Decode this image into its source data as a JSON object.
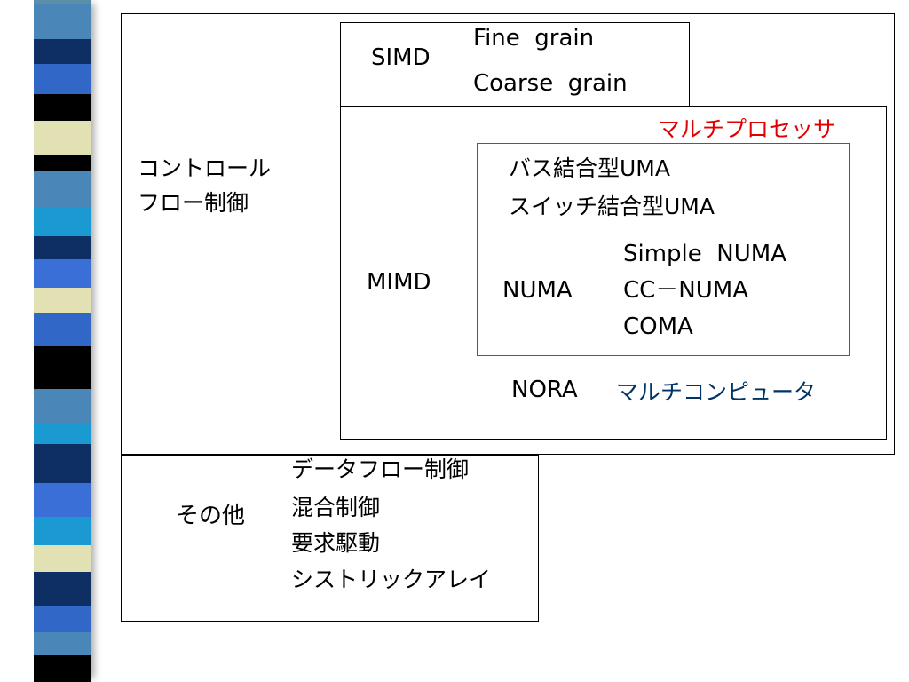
{
  "stripes": [
    {
      "color": "#5b8fa8",
      "h": 4
    },
    {
      "color": "#4a86b8",
      "h": 40
    },
    {
      "color": "#0e2f63",
      "h": 28
    },
    {
      "color": "#3168c8",
      "h": 34
    },
    {
      "color": "#000000",
      "h": 30
    },
    {
      "color": "#e1e1b4",
      "h": 38
    },
    {
      "color": "#000000",
      "h": 18
    },
    {
      "color": "#4a86b8",
      "h": 42
    },
    {
      "color": "#1a9ad0",
      "h": 32
    },
    {
      "color": "#0e2f63",
      "h": 26
    },
    {
      "color": "#3a6fd8",
      "h": 32
    },
    {
      "color": "#e1e1b4",
      "h": 28
    },
    {
      "color": "#3168c8",
      "h": 38
    },
    {
      "color": "#000000",
      "h": 48
    },
    {
      "color": "#4a86b8",
      "h": 40
    },
    {
      "color": "#1a9ad0",
      "h": 22
    },
    {
      "color": "#0e2f63",
      "h": 44
    },
    {
      "color": "#3a6fd8",
      "h": 38
    },
    {
      "color": "#1a9ad0",
      "h": 32
    },
    {
      "color": "#e1e1b4",
      "h": 30
    },
    {
      "color": "#0e2f63",
      "h": 38
    },
    {
      "color": "#3168c8",
      "h": 30
    },
    {
      "color": "#4a86b8",
      "h": 26
    },
    {
      "color": "#000000",
      "h": 30
    }
  ],
  "diagram": {
    "control_flow": {
      "label_line1": "コントロール",
      "label_line2": "フロー制御"
    },
    "simd": {
      "label": "SIMD",
      "items": [
        "Fine  grain",
        "Coarse  grain"
      ]
    },
    "mimd": {
      "label": "MIMD",
      "multiprocessor_label": "マルチプロセッサ",
      "uma_items": [
        "バス結合型UMA",
        "スイッチ結合型UMA"
      ],
      "numa": {
        "label": "NUMA",
        "items": [
          "Simple  NUMA",
          "CC－NUMA",
          "COMA"
        ]
      },
      "nora": "NORA",
      "multicomputer_label": "マルチコンピュータ"
    },
    "other": {
      "label": "その他",
      "items": [
        "データフロー制御",
        "混合制御",
        "要求駆動",
        "シストリックアレイ"
      ]
    }
  }
}
